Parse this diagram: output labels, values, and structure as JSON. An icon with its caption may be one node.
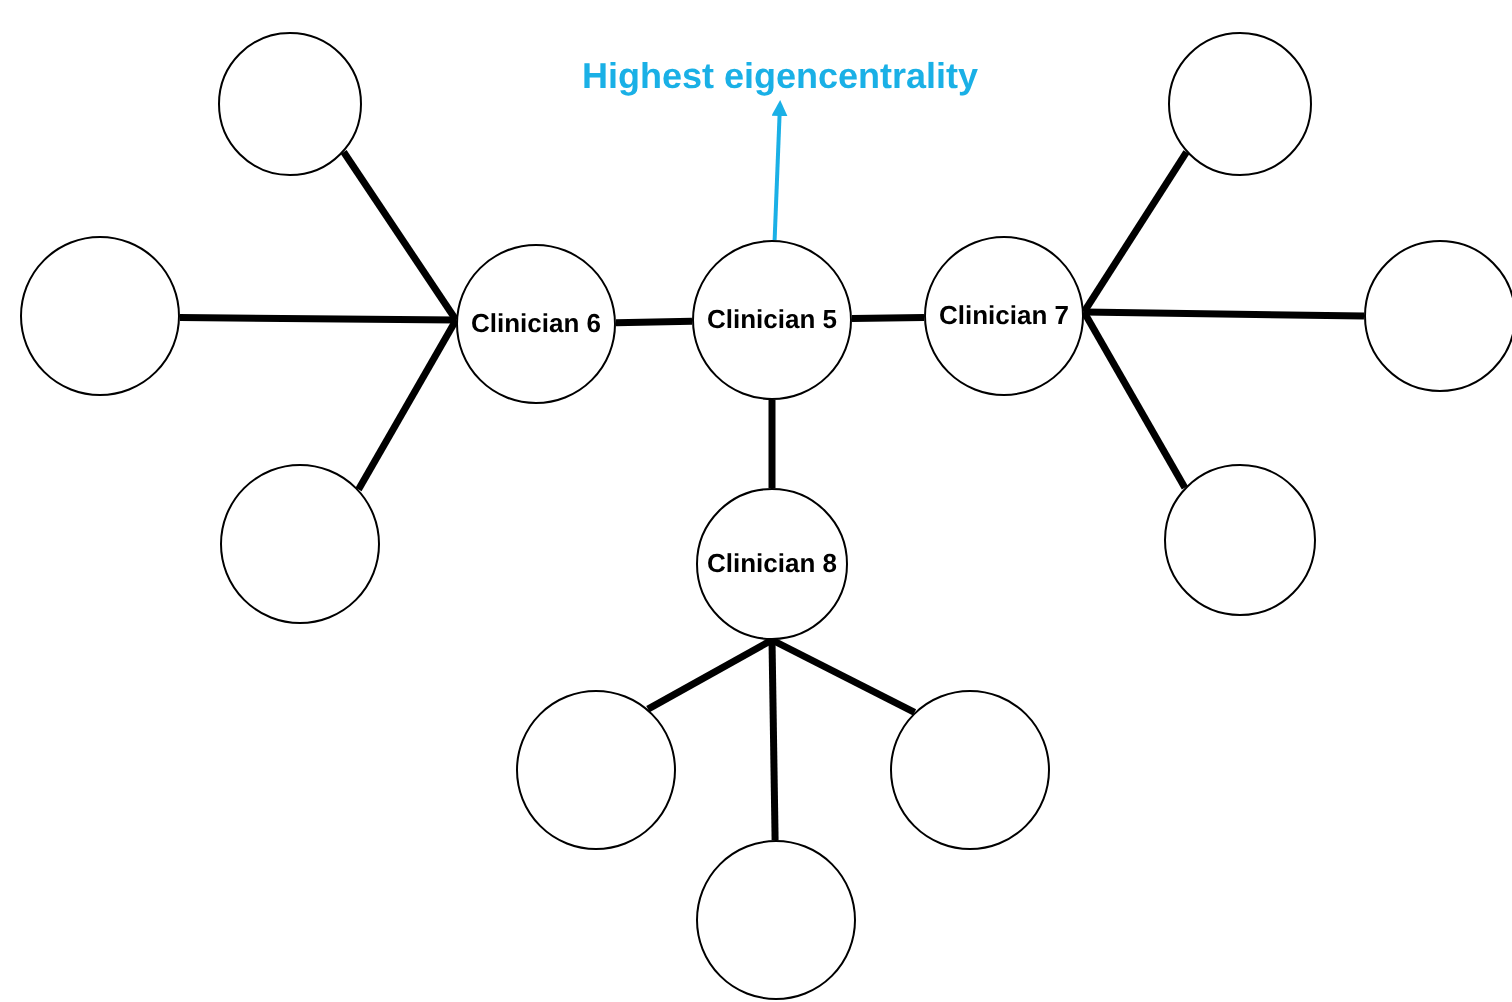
{
  "diagram": {
    "nodes": [
      {
        "text": [
          "Highest eigencentrality"
        ]
      },
      {
        "text": [],
        "shape": "circle"
      },
      {
        "text": [],
        "shape": "circle"
      },
      {
        "text": [],
        "shape": "circle"
      },
      {
        "text": [
          "Clinician 6"
        ]
      },
      {
        "text": [
          "Clinician 5"
        ]
      },
      {
        "text": [
          "Clinician 7"
        ]
      },
      {
        "text": [],
        "shape": "circle"
      },
      {
        "text": [],
        "shape": "circle"
      },
      {
        "text": [
          "Clinician 8"
        ]
      },
      {
        "text": [],
        "shape": "circle"
      },
      {
        "text": [],
        "shape": "circle"
      },
      {
        "text": [],
        "shape": "circle"
      },
      {
        "text": [],
        "shape": "circle"
      }
    ],
    "edges": [
      {
        "from": 4,
        "to": 1,
        "arrow": "none"
      },
      {
        "from": 4,
        "to": 3,
        "arrow": "none"
      },
      {
        "from": 4,
        "to": 8,
        "arrow": "none"
      },
      {
        "from": 4,
        "to": 5,
        "arrow": "none"
      },
      {
        "from": 5,
        "to": 6,
        "arrow": "none"
      },
      {
        "from": 5,
        "to": 9,
        "arrow": "none"
      },
      {
        "from": 6,
        "to": 2,
        "arrow": "none"
      },
      {
        "from": 6,
        "to": 7,
        "arrow": "none"
      },
      {
        "from": 6,
        "to": 10,
        "arrow": "none"
      },
      {
        "from": 9,
        "to": 11,
        "arrow": "none"
      },
      {
        "from": 9,
        "to": 13,
        "arrow": "none"
      },
      {
        "from": 9,
        "to": 12,
        "arrow": "none"
      },
      {
        "from": 5,
        "to": 0,
        "arrow": "to",
        "color": "#1ab0e6"
      }
    ]
  }
}
